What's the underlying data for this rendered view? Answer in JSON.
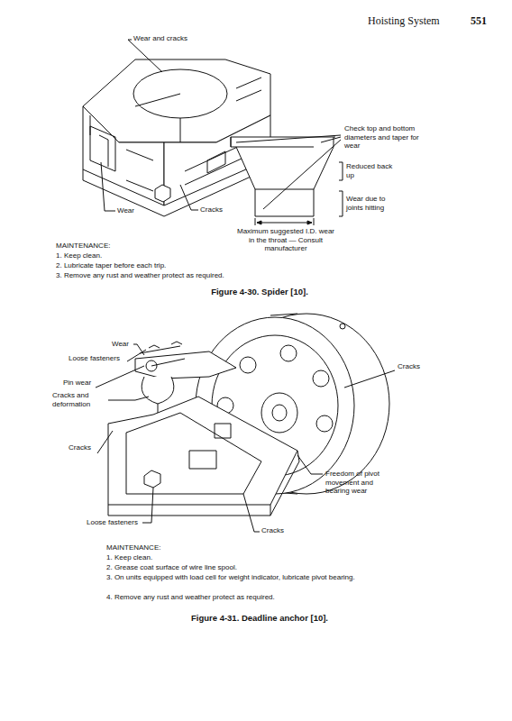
{
  "diagram": {
    "labels": [
      "Hoisting System",
      "551",
      "Wear and cracks",
      "Check top and bottom diameters and taper for wear",
      "Reduced back up",
      "Wear due to joints hitting",
      "Wear",
      "Cracks",
      "Maximum suggested I.D. wear in the throat — Consult manufacturer",
      "MAINTENANCE:",
      "1. Keep clean.",
      "2. Lubricate taper before each trip.",
      "3. Remove any rust and weather protect as required.",
      "Figure 4-30. Spider [10].",
      "Wear",
      "Loose fasteners",
      "Pin wear",
      "Cracks and deformation",
      "Cracks",
      "Cracks",
      "Freedom of pivot movement and bearing wear",
      "Loose fasteners",
      "Cracks",
      "MAINTENANCE:",
      "1. Keep clean.",
      "2. Grease coat surface of wire line spool.",
      "3. On units equipped with load cell for weight indicator, lubricate pivot bearing.",
      "4. Remove any rust and weather protect as required.",
      "Figure 4-31. Deadline anchor [10]."
    ]
  }
}
